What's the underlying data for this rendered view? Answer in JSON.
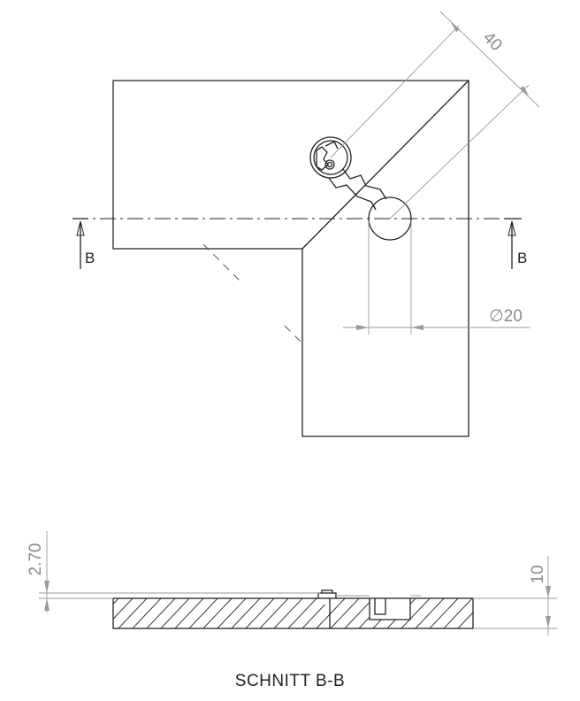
{
  "dimensions": {
    "diagonal": "40",
    "diameter": "20",
    "diameter_symbol": "∅",
    "section_depth": "2.70",
    "section_thickness": "10"
  },
  "section_marker": {
    "left": "B",
    "right": "B"
  },
  "section_title": "SCHNITT B-B",
  "colors": {
    "outline": "#222222",
    "dimension": "#9a9a9a"
  }
}
